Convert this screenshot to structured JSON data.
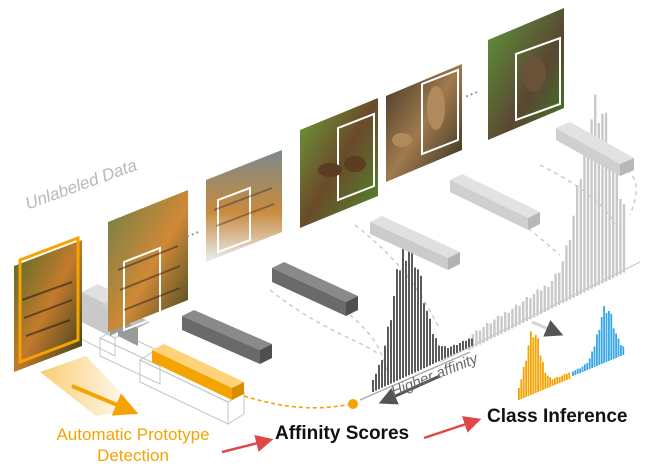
{
  "labels": {
    "unlabeled_data": "Unlabeled Data",
    "higher_affinity": "Higher affinity",
    "automatic_prototype_detection": "Automatic Prototype Detection",
    "affinity_scores": "Affinity Scores",
    "class_inference": "Class Inference"
  },
  "ellipsis": "...",
  "colors": {
    "accent_orange": "#f5a300",
    "accent_blue": "#3aa6e6",
    "arrow_red": "#e04848",
    "bar_dark": "#5a5a5a",
    "bar_light": "#c9c9c9"
  },
  "images": [
    {
      "subject": "tiger"
    },
    {
      "subject": "tiger"
    },
    {
      "subject": "tiger"
    },
    {
      "subject": "otter"
    },
    {
      "subject": "otter"
    },
    {
      "subject": "otter"
    }
  ]
}
